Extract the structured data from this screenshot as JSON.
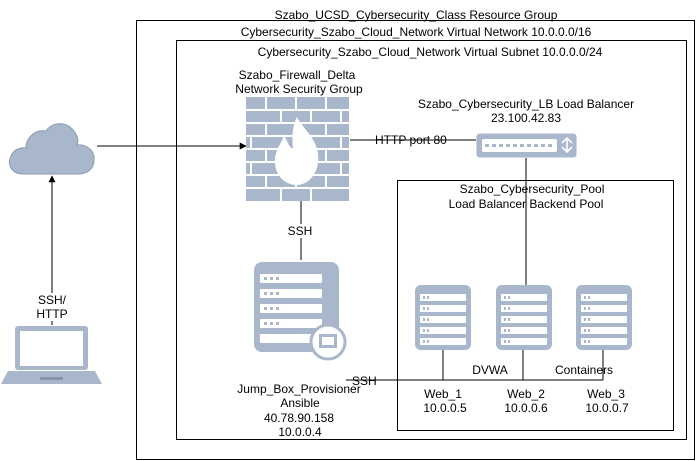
{
  "resource_group": {
    "label": "Szabo_UCSD_Cybersecurity_Class Resource Group"
  },
  "vnet": {
    "label": "Cybersecurity_Szabo_Cloud_Network Virtual Network 10.0.0.0/16"
  },
  "subnet": {
    "label": "Cybersecurity_Szabo_Cloud_Network Virtual Subnet 10.0.0.0/24"
  },
  "firewall": {
    "name": "Szabo_Firewall_Delta",
    "type": "Network Security Group",
    "icon": "firewall-icon"
  },
  "load_balancer": {
    "name": "Szabo_Cybersecurity_LB Load Balancer",
    "ip": "23.100.42.83",
    "icon": "load-balancer-icon"
  },
  "backend_pool": {
    "name": "Szabo_Cybersecurity_Pool",
    "type": "Load Balancer Backend Pool"
  },
  "jump_box": {
    "name": "Jump_Box_Provisioner",
    "software": "Ansible",
    "public_ip": "40.78.90.158",
    "private_ip": "10.0.0.4",
    "icon": "server-icon"
  },
  "web_servers": [
    {
      "name": "Web_1",
      "ip": "10.0.0.5"
    },
    {
      "name": "Web_2",
      "ip": "10.0.0.6"
    },
    {
      "name": "Web_3",
      "ip": "10.0.0.7"
    }
  ],
  "connections": {
    "http_port": "HTTP port 80",
    "ssh_firewall_jump": "SSH",
    "ssh_jump_web": "SSH",
    "laptop_to_cloud": "SSH/\nHTTP"
  },
  "annotations": {
    "dvwa": "DVWA",
    "containers": "Containers"
  },
  "colors": {
    "node_fill": "#a9b7cc",
    "node_dark": "#6d7c95",
    "cloud_fill": "#a9b7cc",
    "line": "#000000"
  }
}
